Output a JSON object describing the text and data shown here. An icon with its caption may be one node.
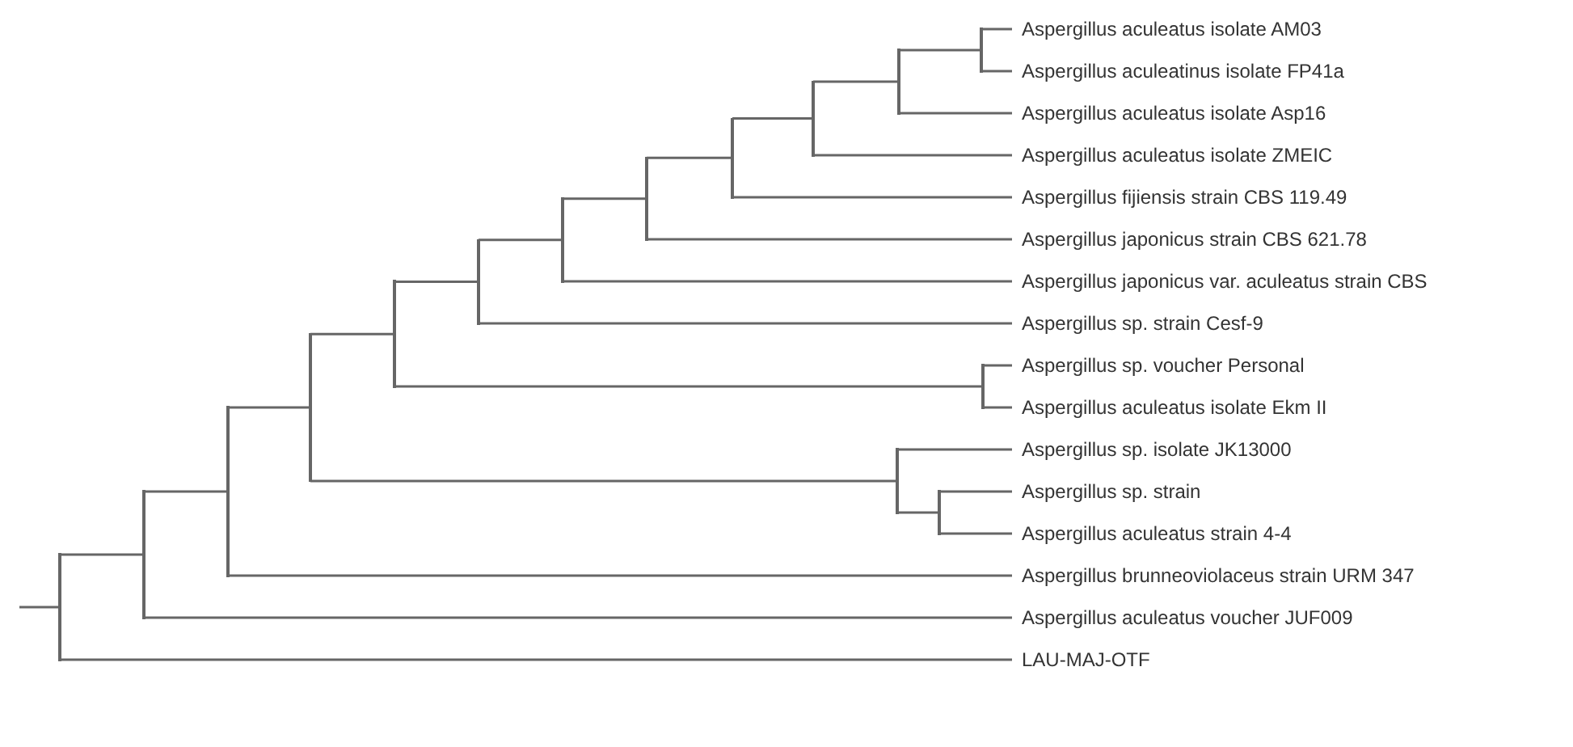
{
  "diagram": {
    "nodes": [
      {
        "text": [
          "Aspergillus aculeatus isolate AM03"
        ]
      },
      {
        "text": [
          "Aspergillus aculeatinus isolate FP41a"
        ]
      },
      {
        "text": [
          "Aspergillus aculeatus isolate Asp16"
        ]
      },
      {
        "text": [
          "Aspergillus aculeatus isolate ZMEIC"
        ]
      },
      {
        "text": [
          "Aspergillus fijiensis strain CBS 119.49"
        ]
      },
      {
        "text": [
          "Aspergillus japonicus strain CBS 621.78"
        ]
      },
      {
        "text": [
          "Aspergillus japonicus var. aculeatus strain CBS"
        ]
      },
      {
        "text": [
          "Aspergillus sp. strain Cesf-9"
        ]
      },
      {
        "text": [
          "Aspergillus sp. voucher Personal"
        ]
      },
      {
        "text": [
          "Aspergillus aculeatus isolate Ekm II"
        ]
      },
      {
        "text": [
          "Aspergillus sp. isolate JK13000"
        ]
      },
      {
        "text": [
          "Aspergillus sp. strain"
        ]
      },
      {
        "text": [
          "Aspergillus aculeatus strain 4-4"
        ]
      },
      {
        "text": [
          "Aspergillus brunneoviolaceus strain URM 347"
        ]
      },
      {
        "text": [
          "Aspergillus aculeatus voucher JUF009"
        ]
      },
      {
        "text": [
          "LAU-MAJ-OTF"
        ]
      },
      {
        "text": [],
        "shape": "bar"
      },
      {
        "text": [],
        "shape": "bar"
      },
      {
        "text": [],
        "shape": "bar"
      },
      {
        "text": [],
        "shape": "bar"
      },
      {
        "text": [],
        "shape": "bar"
      },
      {
        "text": [],
        "shape": "bar"
      },
      {
        "text": [],
        "shape": "bar"
      },
      {
        "text": [],
        "shape": "bar"
      },
      {
        "text": [],
        "shape": "bar"
      },
      {
        "text": [],
        "shape": "bar"
      },
      {
        "text": [],
        "shape": "bar"
      },
      {
        "text": [],
        "shape": "bar"
      },
      {
        "text": [],
        "shape": "bar"
      },
      {
        "text": [],
        "shape": "bar"
      },
      {
        "text": [],
        "shape": "bar"
      }
    ],
    "edges": [
      {
        "from": null,
        "to": 16,
        "arrow": "none"
      },
      {
        "from": 16,
        "to": 17,
        "arrow": "none"
      },
      {
        "from": 16,
        "to": 15,
        "arrow": "none"
      },
      {
        "from": 17,
        "to": 18,
        "arrow": "none"
      },
      {
        "from": 17,
        "to": 14,
        "arrow": "none"
      },
      {
        "from": 18,
        "to": 19,
        "arrow": "none"
      },
      {
        "from": 18,
        "to": 13,
        "arrow": "none"
      },
      {
        "from": 19,
        "to": 20,
        "arrow": "none"
      },
      {
        "from": 19,
        "to": 26,
        "arrow": "none"
      },
      {
        "from": 20,
        "to": 21,
        "arrow": "none"
      },
      {
        "from": 20,
        "to": 30,
        "arrow": "none"
      },
      {
        "from": 21,
        "to": 22,
        "arrow": "none"
      },
      {
        "from": 21,
        "to": 7,
        "arrow": "none"
      },
      {
        "from": 22,
        "to": 23,
        "arrow": "none"
      },
      {
        "from": 22,
        "to": 6,
        "arrow": "none"
      },
      {
        "from": 23,
        "to": 24,
        "arrow": "none"
      },
      {
        "from": 23,
        "to": 5,
        "arrow": "none"
      },
      {
        "from": 24,
        "to": 25,
        "arrow": "none"
      },
      {
        "from": 24,
        "to": 4,
        "arrow": "none"
      },
      {
        "from": 25,
        "to": 27,
        "arrow": "none"
      },
      {
        "from": 25,
        "to": 3,
        "arrow": "none"
      },
      {
        "from": 26,
        "to": 10,
        "arrow": "none"
      },
      {
        "from": 26,
        "to": 28,
        "arrow": "none"
      },
      {
        "from": 27,
        "to": 29,
        "arrow": "none"
      },
      {
        "from": 27,
        "to": 2,
        "arrow": "none"
      },
      {
        "from": 28,
        "to": 11,
        "arrow": "none"
      },
      {
        "from": 28,
        "to": 12,
        "arrow": "none"
      },
      {
        "from": 29,
        "to": 0,
        "arrow": "none"
      },
      {
        "from": 29,
        "to": 1,
        "arrow": "none"
      },
      {
        "from": 30,
        "to": 8,
        "arrow": "none"
      },
      {
        "from": 30,
        "to": 9,
        "arrow": "none"
      }
    ]
  }
}
